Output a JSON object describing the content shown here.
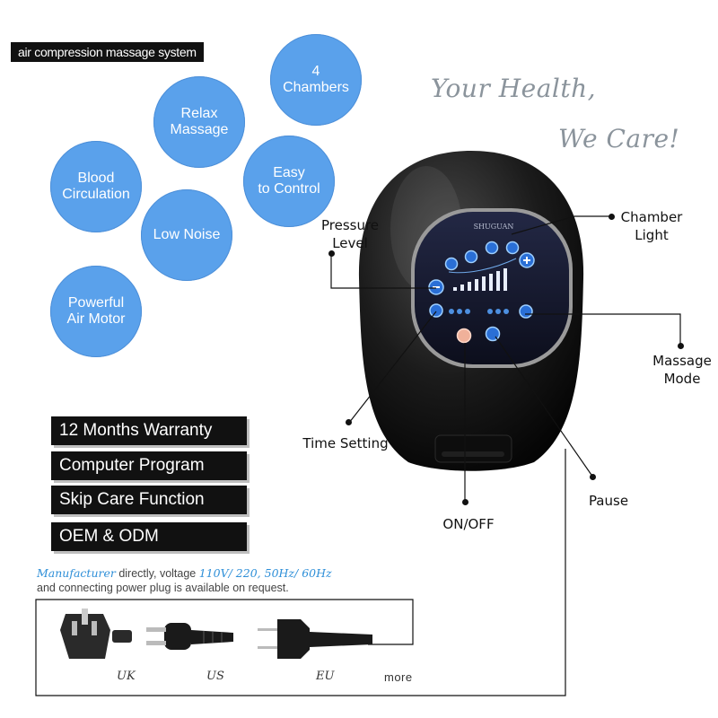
{
  "tagline": "air compression massage system",
  "bubbles": [
    {
      "text": "4\nChambers"
    },
    {
      "text": "Relax\nMassage"
    },
    {
      "text": "Blood\nCirculation"
    },
    {
      "text": "Easy\nto Control"
    },
    {
      "text": "Low Noise"
    },
    {
      "text": "Powerful\nAir Motor"
    }
  ],
  "slogan": {
    "line1": "Your Health,",
    "line2": "We Care!"
  },
  "features": [
    "12 Months Warranty",
    "Computer Program",
    "Skip Care Function",
    "OEM & ODM"
  ],
  "callouts": {
    "pressure": "Pressure\nLevel",
    "chamber": "Chamber\nLight",
    "massage_mode": "Massage\nMode",
    "time": "Time Setting",
    "pause": "Pause",
    "onoff": "ON/OFF"
  },
  "device": {
    "brand": "SHUGUAN"
  },
  "note": {
    "manufacturer": "Manufacturer",
    "directly": " directly, voltage ",
    "voltage": "110V/ 220, 50Hz/ 60Hz",
    "line2": "and connecting power plug is available on request."
  },
  "plugs": {
    "uk": "UK",
    "us": "US",
    "eu": "EU",
    "more": "more"
  },
  "colors": {
    "bubble": "#5aa1eb",
    "panel_text": "#ffffff",
    "accent_blue": "#2e8fd8"
  }
}
